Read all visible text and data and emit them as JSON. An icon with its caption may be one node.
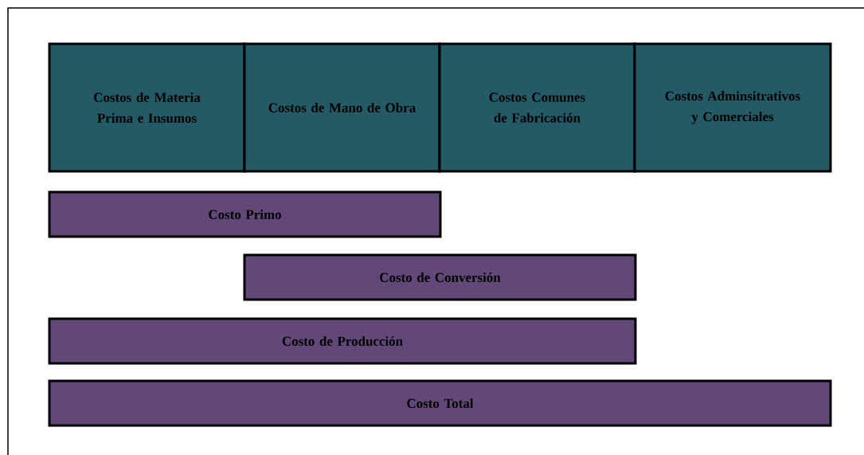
{
  "diagram": {
    "nodes": [
      {
        "text": [
          "Costos de Materia Prima e Insumos"
        ]
      },
      {
        "text": [
          "Costos de Mano de Obra"
        ]
      },
      {
        "text": [
          "Costos Comunes de Fabricación"
        ]
      },
      {
        "text": [
          "Costos Adminsitrativos y Comerciales"
        ]
      },
      {
        "text": [
          "Costo Primo"
        ]
      },
      {
        "text": [
          "Costo de Conversión"
        ]
      },
      {
        "text": [
          "Costo de Producción"
        ]
      },
      {
        "text": [
          "Costo Total"
        ]
      }
    ]
  }
}
